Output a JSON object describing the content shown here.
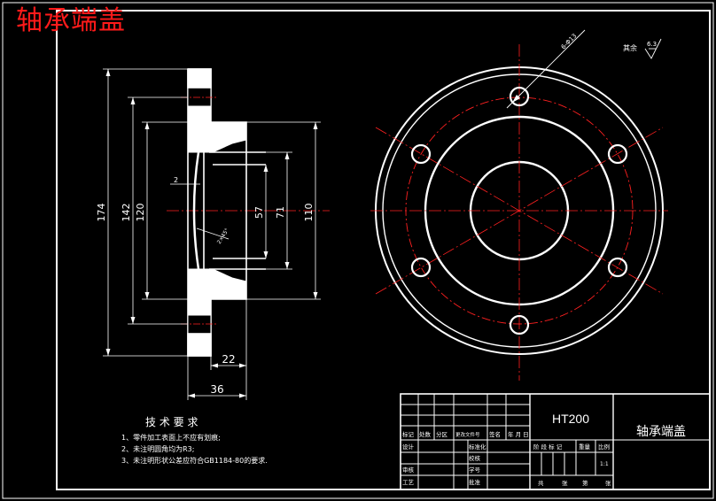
{
  "header": {
    "title": "轴承端盖"
  },
  "dimensions": {
    "d174": "174",
    "d142": "142",
    "d120": "120",
    "d57": "57",
    "d71": "71",
    "d110": "110",
    "w22": "22",
    "w36": "36",
    "n2": "2",
    "hole_callout": "6-Φ13",
    "chamfer": "2×45°"
  },
  "surface": {
    "label": "其余",
    "value": "6.3"
  },
  "notes": {
    "heading": "技 术 要 求",
    "items": [
      "1、零件加工表面上不应有划痕;",
      "2、未注明圆角均为R3;",
      "3、未注明形状公差应符合GB1184-80的要求."
    ]
  },
  "title_block": {
    "material": "HT200",
    "part_name": "轴承端盖",
    "row_headers": [
      "标记",
      "处数",
      "分区",
      "更改文件号",
      "签名",
      "年 月 日"
    ],
    "left_labels": [
      "设计",
      "审核",
      "工艺"
    ],
    "mid_labels": [
      "标准化",
      "校核",
      "学号",
      "批准"
    ],
    "stage_headers": [
      "阶 段 标 记",
      "重量",
      "比例"
    ],
    "scale": "1:1",
    "sheet": [
      "共",
      "张",
      "第",
      "张"
    ]
  },
  "colors": {
    "background": "#000000",
    "lines": "#ffffff",
    "centerline": "#ff2020",
    "title": "#ff1a1a"
  }
}
